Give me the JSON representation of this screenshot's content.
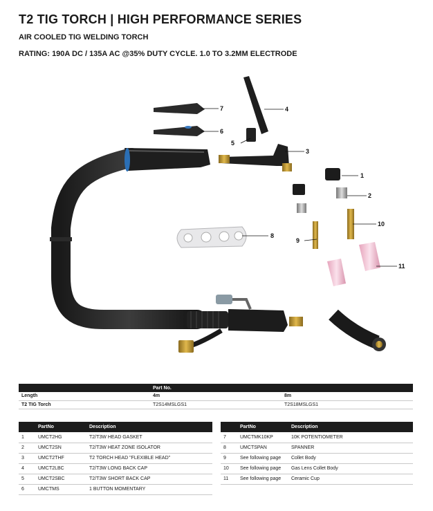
{
  "header": {
    "title": "T2 TIG TORCH | HIGH PERFORMANCE SERIES",
    "subtitle": "AIR COOLED TIG WELDING TORCH",
    "rating": "RATING: 190A DC / 135A AC @35% DUTY CYCLE. 1.0 TO 3.2MM ELECTRODE"
  },
  "diagram": {
    "callouts": [
      "7",
      "6",
      "4",
      "5",
      "3",
      "1",
      "2",
      "10",
      "9",
      "8",
      "11"
    ]
  },
  "part_table": {
    "header": "Part No.",
    "rows": [
      {
        "label": "Length",
        "col1": "4m",
        "col2": "8m"
      },
      {
        "label": "T2 TIG Torch",
        "col1": "T2S14MSLGS1",
        "col2": "T2S18MSLGS1"
      }
    ]
  },
  "parts_left": {
    "headers": [
      "PartNo",
      "Description"
    ],
    "rows": [
      {
        "no": "1",
        "part": "UMCT2HG",
        "desc": "T2/T3W HEAD GASKET"
      },
      {
        "no": "2",
        "part": "UMCT2SN",
        "desc": "T2/T3W HEAT ZONE ISOLATOR"
      },
      {
        "no": "3",
        "part": "UMCT2THF",
        "desc": "T2 TORCH HEAD \"FLEXIBLE HEAD\""
      },
      {
        "no": "4",
        "part": "UMCT2LBC",
        "desc": "T2/T3W LONG BACK CAP"
      },
      {
        "no": "5",
        "part": "UMCT2SBC",
        "desc": "T2/T3W SHORT BACK CAP"
      },
      {
        "no": "6",
        "part": "UMCTMS",
        "desc": "1 BUTTON MOMENTARY"
      }
    ]
  },
  "parts_right": {
    "headers": [
      "PartNo",
      "Description"
    ],
    "rows": [
      {
        "no": "7",
        "part": "UMCTMK10KP",
        "desc": "10K POTENTIOMETER"
      },
      {
        "no": "8",
        "part": "UMCTSPAN",
        "desc": "SPANNER"
      },
      {
        "no": "9",
        "part": "See following page",
        "desc": "Collet Body"
      },
      {
        "no": "10",
        "part": "See following page",
        "desc": "Gas Lens Collet Body"
      },
      {
        "no": "11",
        "part": "See following page",
        "desc": "Ceramic Cup"
      }
    ]
  }
}
